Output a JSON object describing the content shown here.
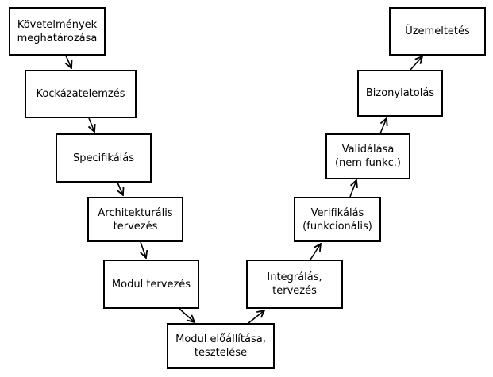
{
  "steps": [
    {
      "id": "kovetelmenyek",
      "label": "Követelmények\nmeghatározása"
    },
    {
      "id": "kockazatelemzes",
      "label": "Kockázatelemzés"
    },
    {
      "id": "specifikalas",
      "label": "Specifikálás"
    },
    {
      "id": "architekturalis",
      "label": "Architekturális\ntervezés"
    },
    {
      "id": "modul-tervezes",
      "label": "Modul tervezés"
    },
    {
      "id": "modul-eloallitasa",
      "label": "Modul előállítása,\ntesztelése"
    },
    {
      "id": "integralas",
      "label": "Integrálás,\ntervezés"
    },
    {
      "id": "verifikalas",
      "label": "Verifikálás\n(funkcionális)"
    },
    {
      "id": "validalasa",
      "label": "Validálása\n(nem funkc.)"
    },
    {
      "id": "bizonylatolas",
      "label": "Bizonylatolás"
    },
    {
      "id": "uzemeltetes",
      "label": "Üzemeltetés"
    }
  ]
}
